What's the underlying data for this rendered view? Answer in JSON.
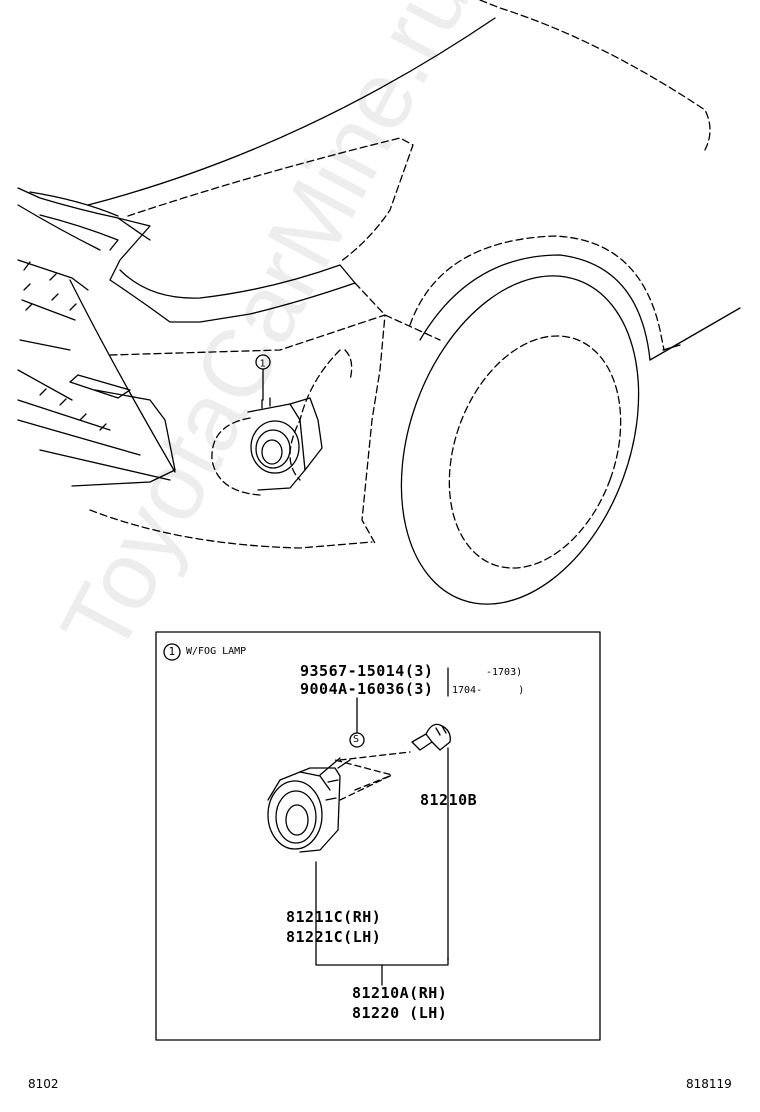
{
  "callout_ref": "1",
  "section_title": "W/FOG LAMP",
  "parts": {
    "bolt_1": "93567-15014(3)",
    "bolt_1_range": "-1703)",
    "bolt_2": "9004A-16036(3)",
    "bolt_2_range": "1704-      )",
    "bulb": "81210B",
    "housing_rh": "81211C(RH)",
    "housing_lh": "81221C(LH)",
    "assy_rh": "81210A(RH)",
    "assy_lh": "81220 (LH)",
    "screw_symbol": "S"
  },
  "footer": {
    "left_code": "8102",
    "right_code": "818119"
  },
  "watermark": "ToyotaCarMine.ru"
}
